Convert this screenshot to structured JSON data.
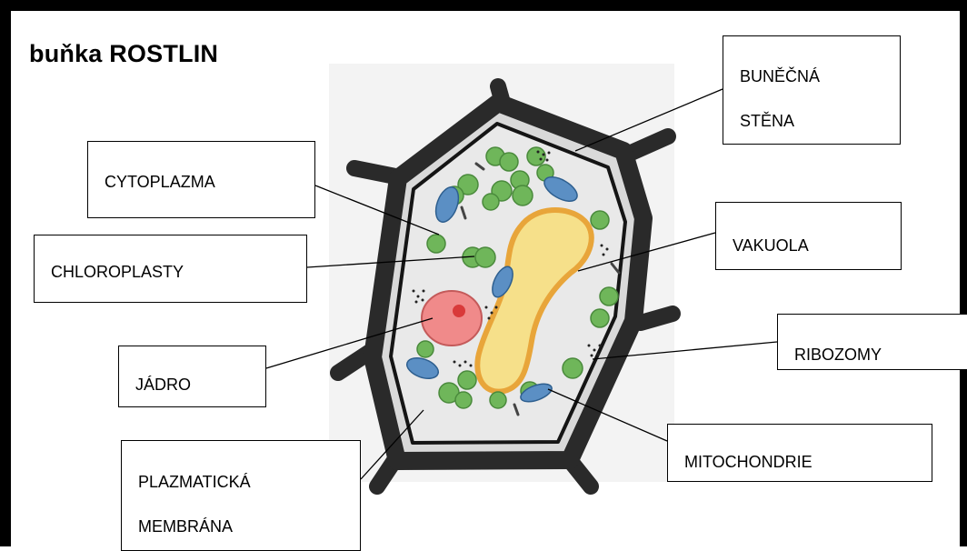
{
  "title": "buňka ROSTLIN",
  "labels": {
    "bunecna_stena_line1": "BUNĚČNÁ",
    "bunecna_stena_line2": "STĚNA",
    "cytoplazma": "CYTOPLAZMA",
    "chloroplasty": "CHLOROPLASTY",
    "vakuola": "VAKUOLA",
    "ribozomy": "RIBOZOMY",
    "jadro": "JÁDRO",
    "mitochondrie": "MITOCHONDRIE",
    "plazmaticka_line1": "PLAZMATICKÁ",
    "plazmaticka_line2": "MEMBRÁNA"
  },
  "colors": {
    "wall": "#2a2a2a",
    "cytoplasm": "#e9e9e9",
    "chloroplast": "#6fb65a",
    "mitochondrion": "#5b8fc4",
    "vacuole": "#f6e08a",
    "vacuole_edge": "#e8a53a",
    "nucleus": "#f08a8a",
    "nucleolus": "#d93a3a"
  }
}
